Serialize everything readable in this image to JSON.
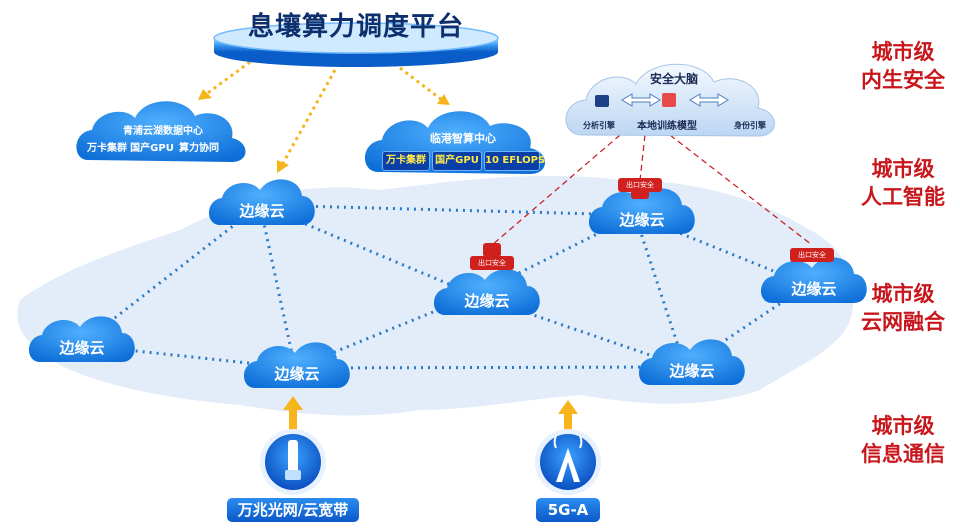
{
  "platform": {
    "title": "息壤算力调度平台"
  },
  "data_centers": [
    {
      "name": "青浦云湖数据中心",
      "tags": [
        "万卡集群",
        "国产GPU",
        "算力协同"
      ]
    },
    {
      "name": "临港智算中心",
      "tags": [
        "万卡集群",
        "国产GPU",
        "10 EFLOPS"
      ]
    }
  ],
  "security_brain": {
    "title": "安全大脑",
    "center_label": "本地训练模型",
    "left_label": "分析引擎",
    "right_label": "身份引擎"
  },
  "edge_clouds": [
    "边缘云",
    "边缘云",
    "边缘云",
    "边缘云",
    "边缘云",
    "边缘云",
    "边缘云"
  ],
  "exit_security_label": "出口安全",
  "levels": [
    {
      "line1": "城市级",
      "line2": "内生安全"
    },
    {
      "line1": "城市级",
      "line2": "人工智能"
    },
    {
      "line1": "城市级",
      "line2": "云网融合"
    },
    {
      "line1": "城市级",
      "line2": "信息通信"
    }
  ],
  "access": [
    {
      "label": "万兆光网/云宽带",
      "icon": "fiber-optic-icon"
    },
    {
      "label": "5G-A",
      "icon": "cell-tower-icon"
    }
  ],
  "colors": {
    "cloud_blue": "#1d8cf2",
    "platform_blue": "#1f7fe8",
    "dotted_link": "#2a78c8",
    "security_link": "#c8171c",
    "arrow_gold": "#f5b51b",
    "level_red": "#c8171c"
  }
}
